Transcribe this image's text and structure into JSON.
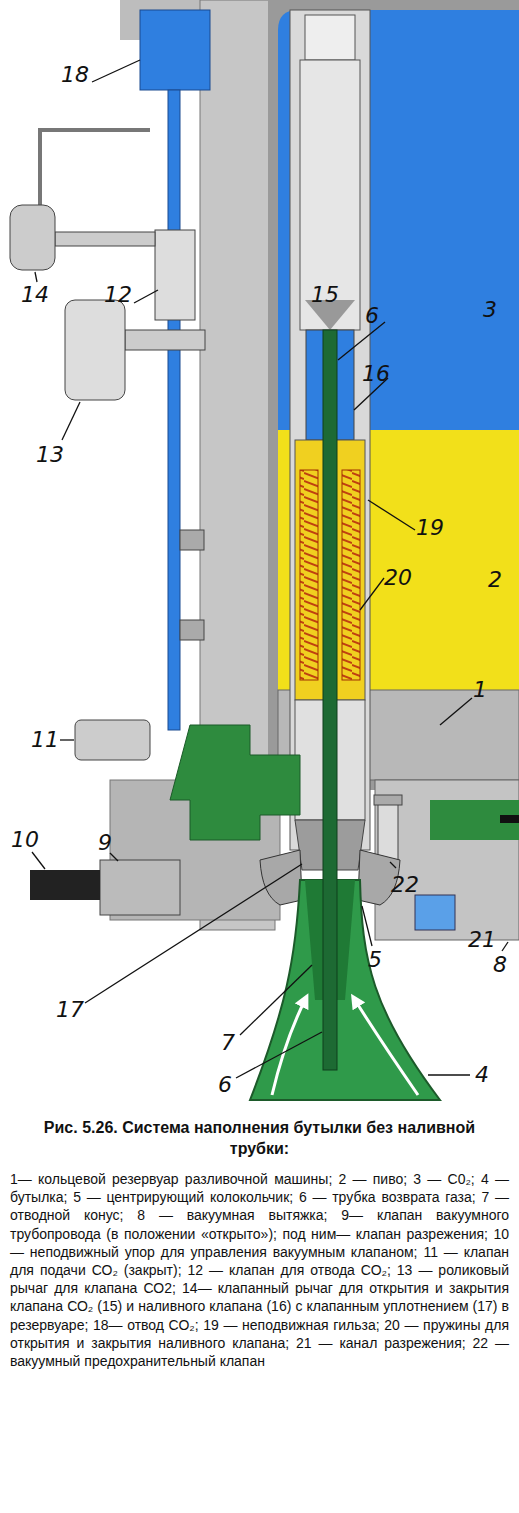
{
  "diagram": {
    "caption": "Рис. 5.26. Система наполнения бутылки без наливной трубки:",
    "labels": [
      "18",
      "12",
      "14",
      "15",
      "3",
      "6",
      "16",
      "13",
      "19",
      "2",
      "20",
      "1",
      "11",
      "9",
      "10",
      "22",
      "21",
      "5",
      "8",
      "17",
      "7",
      "4",
      "6",
      "1— кольцевой резервуар разливочной машины; 2 — пиво; 3 — С0₂; 4 — бутылка; 5 — центрирующий колокольчик; 6 — трубка возврата газа; 7 — отводной конус; 8 — вакуумная вытяжка; 9— клапан вакуумного трубопровода (в положении «открыто»); под ним— клапан разрежения; 10— неподвижный упор для управления вакуумным клапаном; 11 — клапан для подачи СО₂ (закрыт); 12 — клапан для отвода СО₂; 13 — роликовый рычаг для клапана СО2; 14— клапанный рычаг для открытия и закрытия клапана СО₂ (15) и наливного клапана (16) с клапанным уплотнением (17) в резервуаре; 18— отвод СО₂; 19 — неподвижная гильза; 20 — пружины для открытия и закрытия наливного клапана; 21 — канал разрежения; 22 — вакуумный предохранительный клапан"
    ]
  }
}
